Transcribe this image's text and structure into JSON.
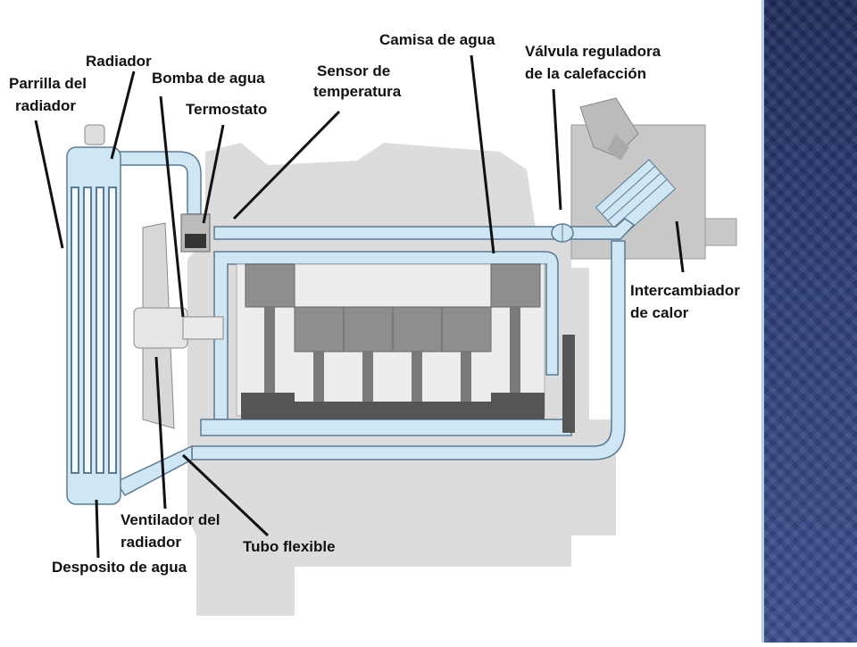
{
  "diagram": {
    "labels": {
      "parrilla_del_radiador": [
        "Parrilla del",
        "radiador"
      ],
      "radiador": "Radiador",
      "bomba_de_agua": "Bomba de agua",
      "termostato": "Termostato",
      "sensor_de_temperatura": [
        "Sensor de",
        "temperatura"
      ],
      "camisa_de_agua": "Camisa de agua",
      "valvula_reguladora": [
        "Válvula reguladora",
        "de la calefacción"
      ],
      "intercambiador_de_calor": [
        "Intercambiador",
        "de calor"
      ],
      "ventilador_del_radiador": [
        "Ventilador del",
        "radiador"
      ],
      "tubo_flexible": "Tubo flexible",
      "deposito_de_agua": "Desposito de agua"
    },
    "colors": {
      "coolant": "#cfe6f4",
      "coolant_border": "#5a7a94",
      "engine_bg": "#d9d9d9",
      "cylinder": "#8a8a8a",
      "sidebar": "#2d3f78"
    }
  }
}
